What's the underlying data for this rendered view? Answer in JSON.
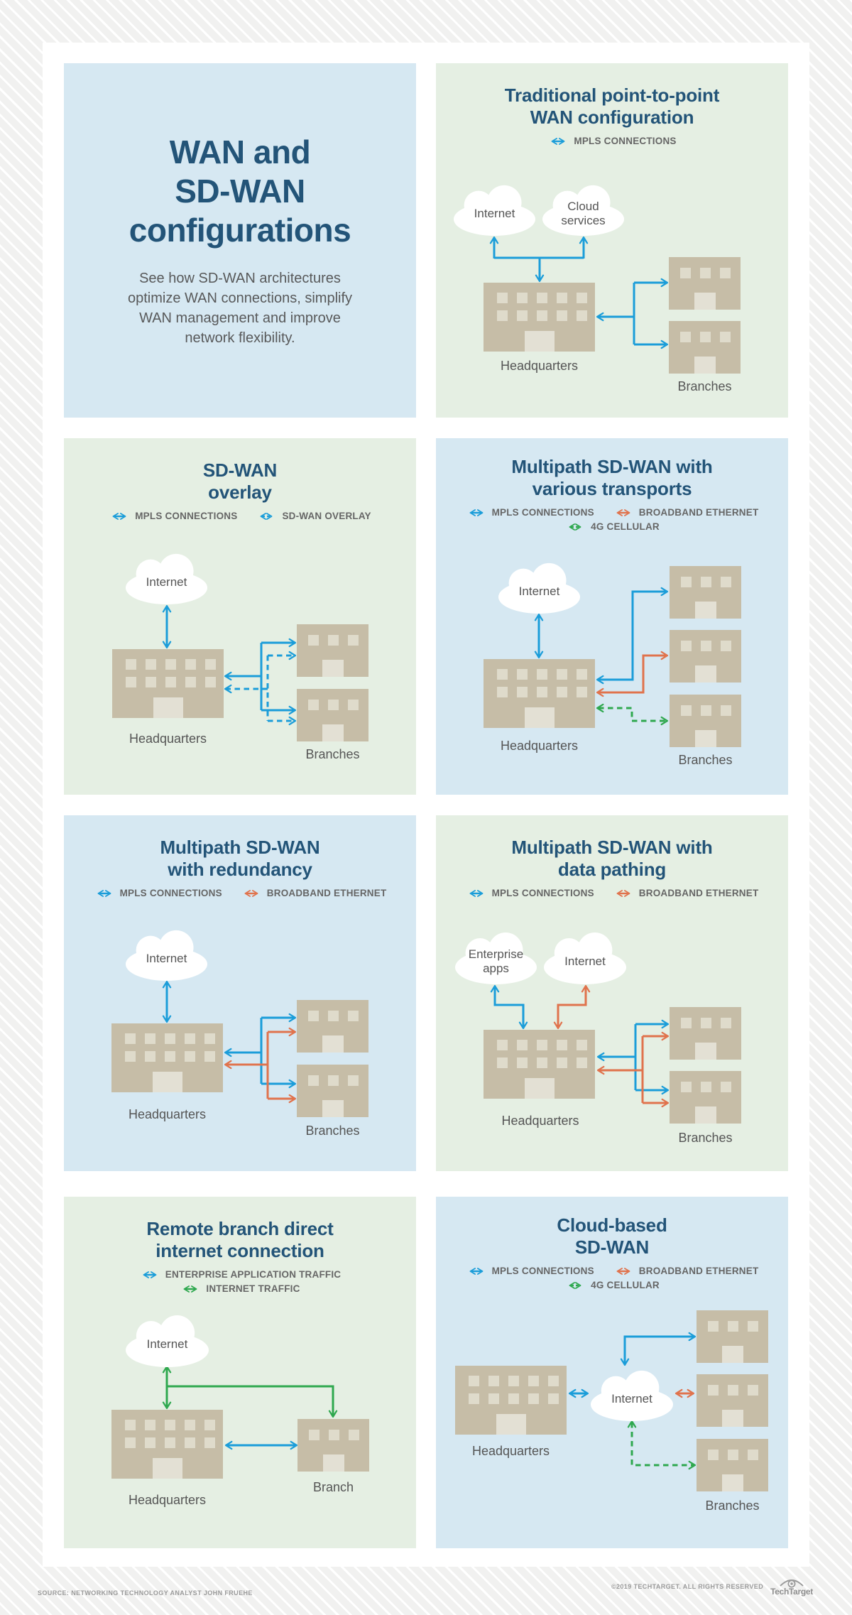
{
  "page": {
    "footer_source": "SOURCE: NETWORKING TECHNOLOGY ANALYST JOHN FRUEHE",
    "footer_copyright": "©2019 TECHTARGET. ALL RIGHTS RESERVED",
    "brand": "TechTarget"
  },
  "colors": {
    "panel_blue": "#d6e8f2",
    "panel_green": "#e5efe3",
    "title_navy": "#235478",
    "mpls_blue": "#1b9dd9",
    "broadband_orange": "#e0734d",
    "cellular_green": "#2fa84f",
    "building_tan": "#c6bda7",
    "text_gray": "#555555"
  },
  "labels": {
    "headquarters": "Headquarters",
    "branches": "Branches",
    "branch": "Branch",
    "internet": "Internet",
    "cloud_services": "Cloud services",
    "enterprise_apps": "Enterprise apps"
  },
  "panels": [
    {
      "name": "intro",
      "title_lines": [
        "WAN and",
        "SD-WAN",
        "configurations"
      ],
      "subtitle": "See how SD-WAN architectures optimize WAN connections, simplify WAN management and improve network flexibility."
    },
    {
      "name": "traditional-point-to-point",
      "title_lines": [
        "Traditional point-to-point",
        "WAN configuration"
      ],
      "legend": [
        {
          "label": "MPLS CONNECTIONS",
          "color": "blue",
          "dashed": false
        }
      ]
    },
    {
      "name": "sd-wan-overlay",
      "title_lines": [
        "SD-WAN",
        "overlay"
      ],
      "legend": [
        {
          "label": "MPLS CONNECTIONS",
          "color": "blue",
          "dashed": false
        },
        {
          "label": "SD-WAN OVERLAY",
          "color": "blue",
          "dashed": true
        }
      ]
    },
    {
      "name": "multipath-various-transports",
      "title_lines": [
        "Multipath SD-WAN with",
        "various transports"
      ],
      "legend": [
        {
          "label": "MPLS CONNECTIONS",
          "color": "blue",
          "dashed": false
        },
        {
          "label": "BROADBAND ETHERNET",
          "color": "orange",
          "dashed": false
        },
        {
          "label": "4G CELLULAR",
          "color": "green",
          "dashed": true
        }
      ]
    },
    {
      "name": "multipath-redundancy",
      "title_lines": [
        "Multipath SD-WAN",
        "with redundancy"
      ],
      "legend": [
        {
          "label": "MPLS CONNECTIONS",
          "color": "blue",
          "dashed": false
        },
        {
          "label": "BROADBAND ETHERNET",
          "color": "orange",
          "dashed": false
        }
      ]
    },
    {
      "name": "multipath-data-pathing",
      "title_lines": [
        "Multipath SD-WAN with",
        "data pathing"
      ],
      "legend": [
        {
          "label": "MPLS CONNECTIONS",
          "color": "blue",
          "dashed": false
        },
        {
          "label": "BROADBAND ETHERNET",
          "color": "orange",
          "dashed": false
        }
      ]
    },
    {
      "name": "remote-branch-direct-internet",
      "title_lines": [
        "Remote branch direct",
        "internet connection"
      ],
      "legend": [
        {
          "label": "ENTERPRISE APPLICATION TRAFFIC",
          "color": "blue",
          "dashed": false
        },
        {
          "label": "INTERNET TRAFFIC",
          "color": "green",
          "dashed": false
        }
      ]
    },
    {
      "name": "cloud-based-sd-wan",
      "title_lines": [
        "Cloud-based",
        "SD-WAN"
      ],
      "legend": [
        {
          "label": "MPLS CONNECTIONS",
          "color": "blue",
          "dashed": false
        },
        {
          "label": "BROADBAND ETHERNET",
          "color": "orange",
          "dashed": false
        },
        {
          "label": "4G CELLULAR",
          "color": "green",
          "dashed": true
        }
      ]
    }
  ]
}
